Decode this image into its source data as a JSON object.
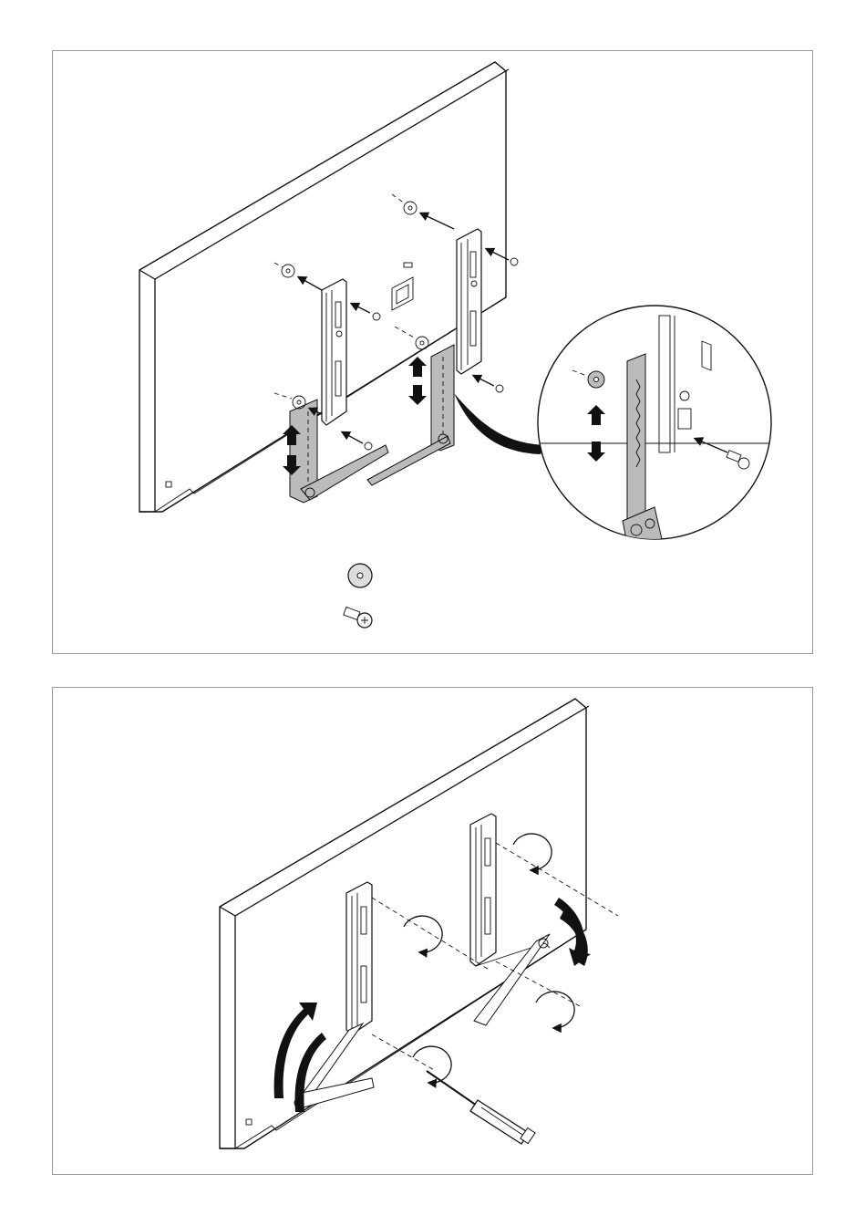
{
  "figures": [
    {
      "id": "step-1",
      "parts": [
        "washer",
        "screw"
      ]
    },
    {
      "id": "step-2",
      "tool": "screwdriver"
    }
  ],
  "colors": {
    "line": "#111111",
    "bracket_fill": "#b8b8b8",
    "panel_border": "#9a9a9a",
    "arrow_fill": "#111111"
  }
}
